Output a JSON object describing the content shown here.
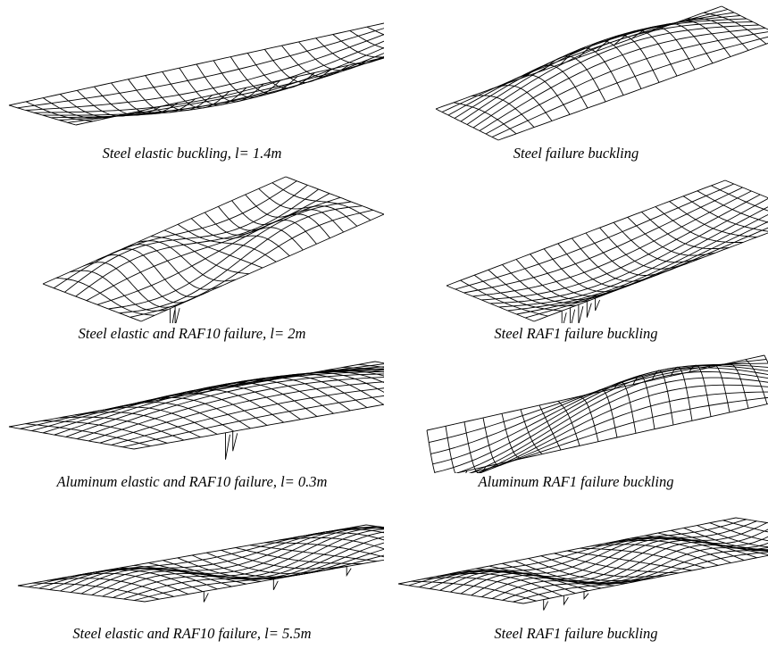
{
  "figure": {
    "panels": [
      {
        "caption": "Steel  elastic buckling, l= 1.4m",
        "mode": "single-trough",
        "tag": "mesh-steel-elastic-l1.4"
      },
      {
        "caption": "Steel failure buckling",
        "mode": "wave-ridge",
        "tag": "mesh-steel-failure"
      },
      {
        "caption": "Steel elastic and RAF10 failure, l= 2m",
        "mode": "double-wave",
        "tag": "mesh-steel-raf10-l2"
      },
      {
        "caption": "Steel RAF1 failure buckling",
        "mode": "trough-spikes",
        "tag": "mesh-steel-raf1"
      },
      {
        "caption": "Aluminum elastic and RAF10 failure, l= 0.3m",
        "mode": "single-crest",
        "tag": "mesh-aluminum-raf10-l0.3"
      },
      {
        "caption": "Aluminum RAF1 failure buckling",
        "mode": "trough-crest",
        "tag": "mesh-aluminum-raf1"
      },
      {
        "caption": "Steel elastic and RAF10 failure, l= 5.5m",
        "mode": "multi-wave",
        "tag": "mesh-steel-raf10-l5.5"
      },
      {
        "caption": "Steel RAF1 failure buckling",
        "mode": "multi-wave-dense",
        "tag": "mesh-steel-raf1-b"
      }
    ]
  }
}
